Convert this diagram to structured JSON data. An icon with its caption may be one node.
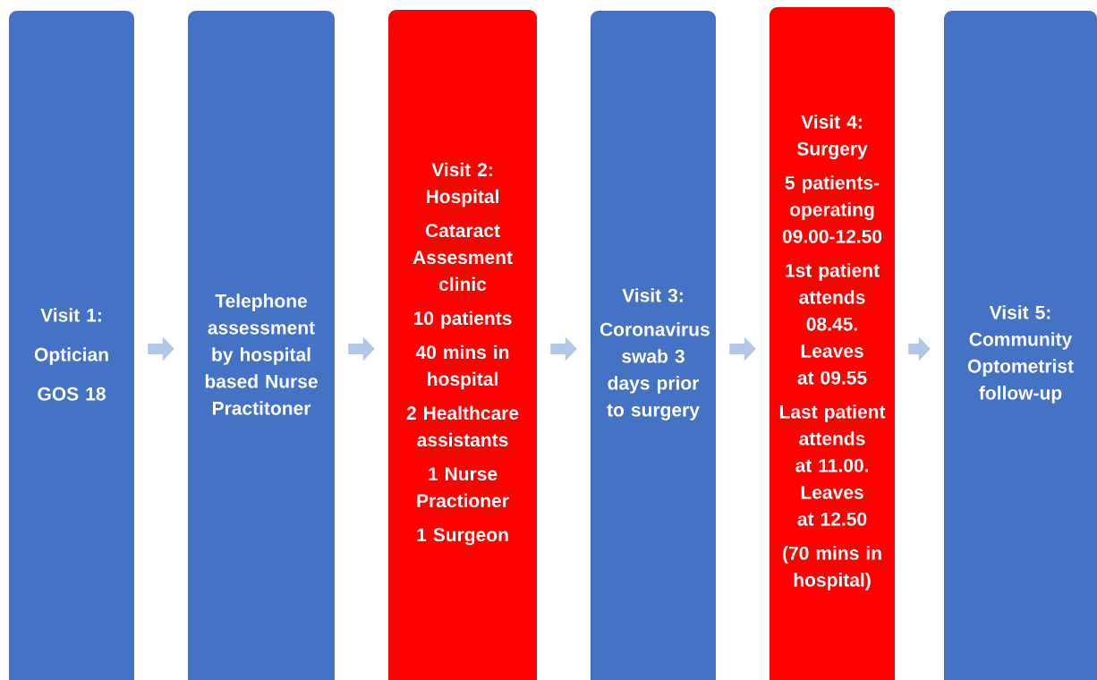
{
  "diagram": {
    "nodes": [
      {
        "text": [
          "Visit 1:",
          "Optician",
          "GOS 18"
        ]
      },
      {
        "text": [
          "Telephone assessment by hospital based Nurse Practitoner"
        ]
      },
      {
        "text": [
          "Visit 2: Hospital",
          "Cataract Assesment clinic",
          "10 patients",
          "40 mins in hospital",
          "2 Healthcare assistants",
          "1 Nurse Practioner",
          "1 Surgeon"
        ]
      },
      {
        "text": [
          "Visit 3:",
          "Coronavirus swab 3 days prior to surgery"
        ]
      },
      {
        "text": [
          "Visit 4: Surgery",
          "5 patients-operating 09.00-12.50",
          "1st patient attends 08.45. Leaves at 09.55",
          "Last patient attends at 11.00. Leaves at 12.50",
          "(70 mins in hospital)"
        ]
      },
      {
        "text": [
          "Visit 5: Community Optometrist follow-up"
        ]
      }
    ],
    "edges": [
      {
        "from": 0,
        "to": 1,
        "arrow": "to"
      },
      {
        "from": 1,
        "to": 2,
        "arrow": "to"
      },
      {
        "from": 2,
        "to": 3,
        "arrow": "to"
      },
      {
        "from": 3,
        "to": 4,
        "arrow": "to"
      },
      {
        "from": 4,
        "to": 5,
        "arrow": "to"
      }
    ]
  }
}
